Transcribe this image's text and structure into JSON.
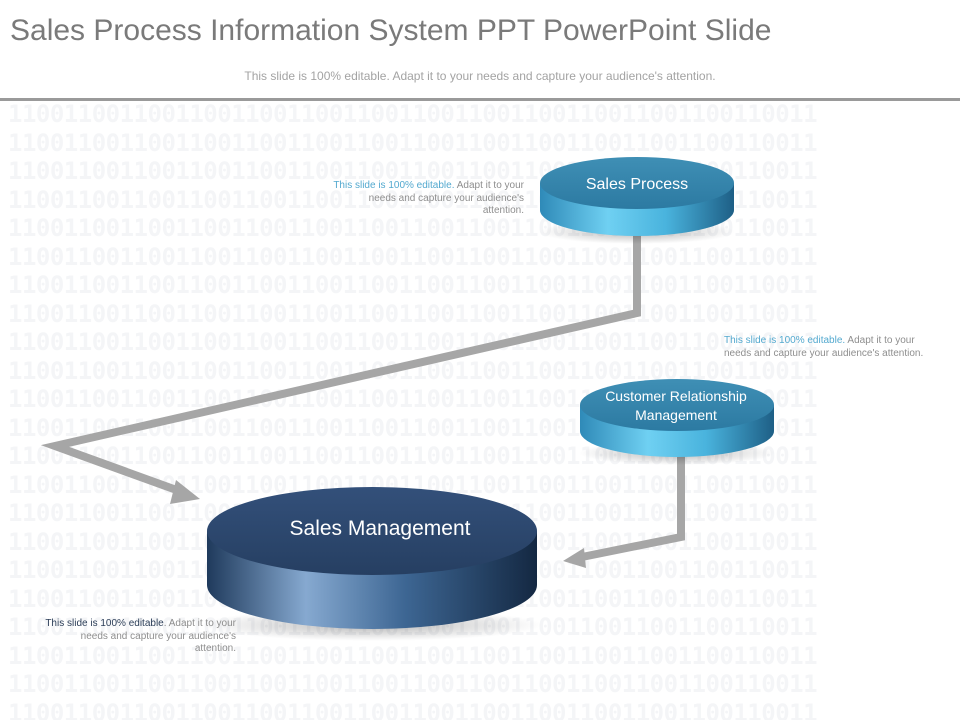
{
  "slide": {
    "title": "Sales Process Information System PPT PowerPoint Slide",
    "subtitle": "This slide is 100% editable. Adapt it to your needs and capture your audience's attention."
  },
  "background": {
    "pattern_text": "1100110011001100110011001100110011001100110011001100110011"
  },
  "nodes": {
    "sales_process": {
      "label": "Sales Process"
    },
    "crm": {
      "label_line1": "Customer Relationship",
      "label_line2": "Management"
    },
    "sales_management": {
      "label": "Sales Management"
    }
  },
  "notes": {
    "note_1": {
      "highlight": "This slide is 100% editable.",
      "rest": " Adapt it to your needs and capture your audience's attention."
    },
    "note_2": {
      "highlight": "This slide is 100% editable.",
      "rest": " Adapt it to your needs and capture your audience's attention."
    },
    "note_3": {
      "highlight": "This slide is 100% editable",
      "rest": ". Adapt it to your needs and capture your audience's attention."
    }
  },
  "colors": {
    "title": "#7a7a7a",
    "connector": "#a6a6a6",
    "light_disc_top": "#3a86ab",
    "light_disc_side": "#5fbde2",
    "dark_disc_top": "#2f4b6e",
    "dark_disc_side": "#4b78a6",
    "note_highlight_light": "#53a9cf",
    "note_highlight_dark": "#2c3e58"
  }
}
